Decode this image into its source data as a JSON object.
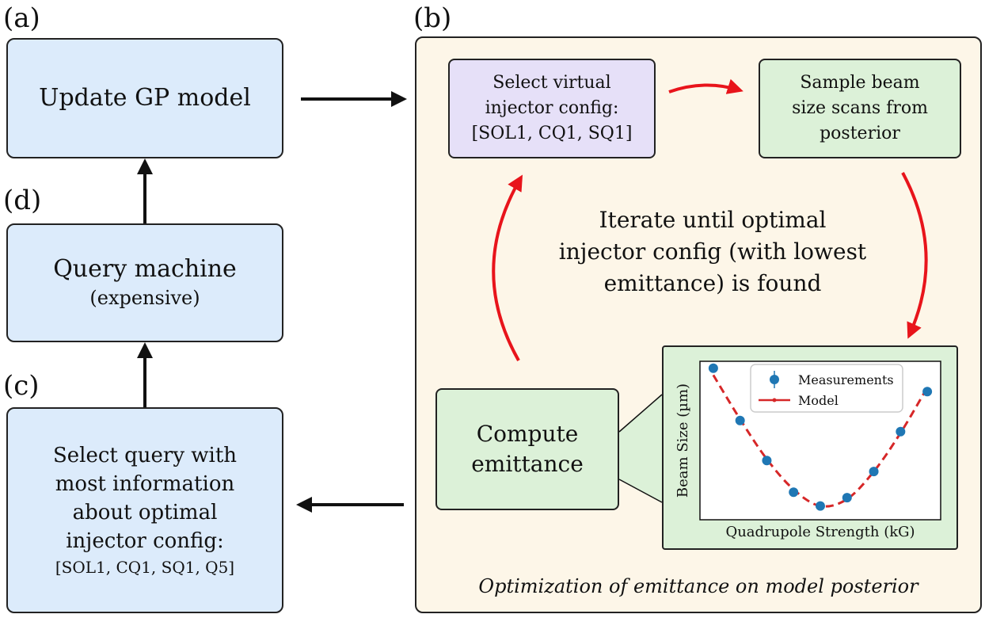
{
  "panels": {
    "a": {
      "label": "(a)",
      "box_text": "Update GP model"
    },
    "b": {
      "label": "(b)",
      "select_virtual": [
        "Select virtual",
        "injector config:",
        "[SOL1, CQ1, SQ1]"
      ],
      "sample_beam": [
        "Sample beam",
        "size scans from",
        "posterior"
      ],
      "iterate": [
        "Iterate until optimal",
        "injector config (with lowest",
        "emittance) is found"
      ],
      "compute": [
        "Compute",
        "emittance"
      ],
      "caption": "Optimization of emittance on model posterior"
    },
    "c": {
      "label": "(c)",
      "lines": [
        "Select query with",
        "most information",
        "about optimal",
        "injector config:"
      ],
      "params": "[SOL1,  CQ1,  SQ1, Q5]"
    },
    "d": {
      "label": "(d)",
      "title": "Query machine",
      "subtitle": "(expensive)"
    }
  },
  "colors": {
    "blue_box": "#dcebfb",
    "green_box": "#dcf1d8",
    "purple_box": "#e6e0f8",
    "panel_bg": "#fdf6e8",
    "red_arrow": "#e8141b",
    "marker": "#1f77b4",
    "model_line": "#d62728"
  },
  "chart_data": {
    "type": "scatter",
    "xlabel": "Quadrupole Strength (kG)",
    "ylabel": "Beam Size (µm)",
    "legend": {
      "placement": "top-center",
      "entries": [
        "Measurements",
        "Model"
      ]
    },
    "grid": false,
    "series": [
      {
        "name": "Measurements",
        "kind": "points",
        "x": [
          0,
          1,
          2,
          3,
          4,
          5,
          6,
          7,
          8
        ],
        "y": [
          1.0,
          0.62,
          0.33,
          0.1,
          0.0,
          0.06,
          0.25,
          0.54,
          0.83
        ]
      },
      {
        "name": "Model",
        "kind": "dashed-line",
        "x": [
          0,
          1,
          2,
          3,
          4,
          5,
          6,
          7,
          8
        ],
        "y": [
          0.95,
          0.63,
          0.34,
          0.12,
          0.0,
          0.05,
          0.25,
          0.53,
          0.86
        ]
      }
    ],
    "xlim": [
      -0.5,
      8.5
    ],
    "ylim": [
      -0.1,
      1.05
    ]
  }
}
